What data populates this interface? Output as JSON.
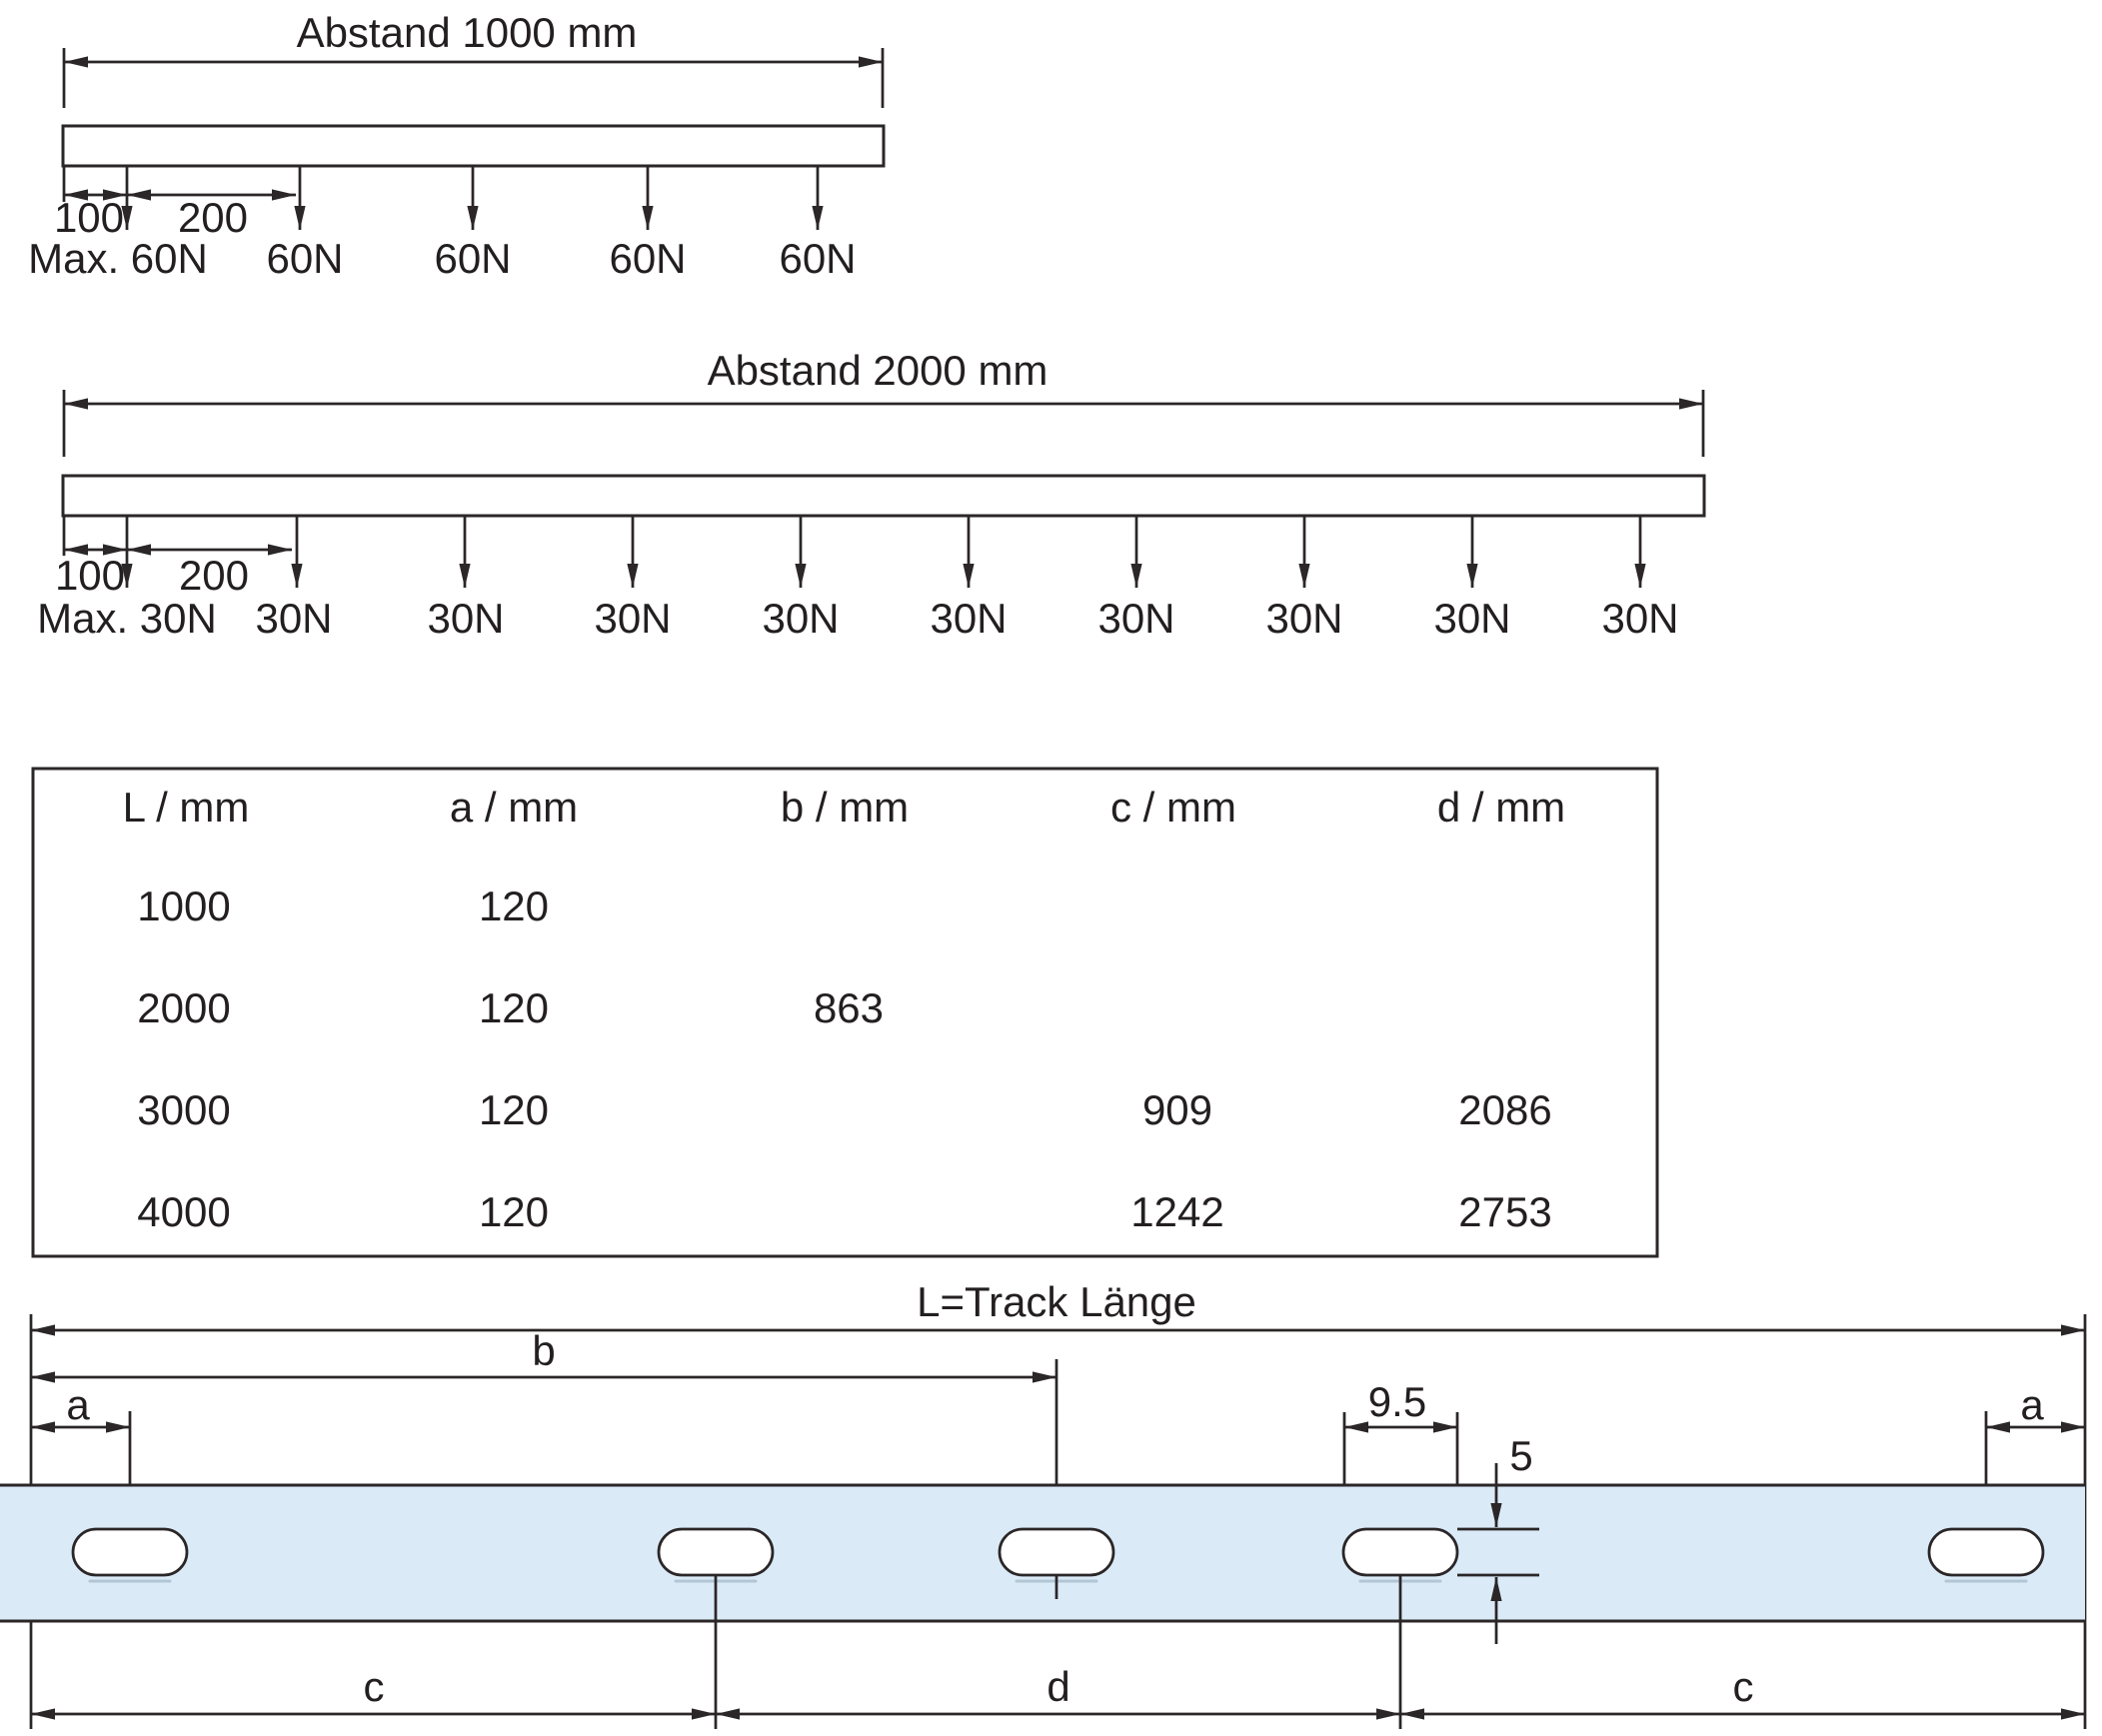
{
  "colors": {
    "line": "#2b2627",
    "text": "#231f20",
    "track_fill": "#daeaf7"
  },
  "diagram1": {
    "title": "Abstand 1000 mm",
    "dims": [
      "100",
      "200"
    ],
    "loads": [
      "Max. 60N",
      "60N",
      "60N",
      "60N",
      "60N"
    ]
  },
  "diagram2": {
    "title": "Abstand 2000 mm",
    "dims": [
      "100",
      "200"
    ],
    "loads": [
      "Max. 30N",
      "30N",
      "30N",
      "30N",
      "30N",
      "30N",
      "30N",
      "30N",
      "30N",
      "30N"
    ]
  },
  "table": {
    "headers": [
      "L / mm",
      "a / mm",
      "b / mm",
      "c / mm",
      "d / mm"
    ],
    "rows": [
      [
        "1000",
        "120",
        "",
        "",
        ""
      ],
      [
        "2000",
        "120",
        "863",
        "",
        ""
      ],
      [
        "3000",
        "120",
        "",
        "909",
        "2086"
      ],
      [
        "4000",
        "120",
        "",
        "1242",
        "2753"
      ]
    ]
  },
  "track": {
    "title": "L=Track Länge",
    "b": "b",
    "a_left": "a",
    "a_right": "a",
    "slot_width": "9.5",
    "slot_height": "5",
    "c_left": "c",
    "d": "d",
    "c_right": "c"
  }
}
